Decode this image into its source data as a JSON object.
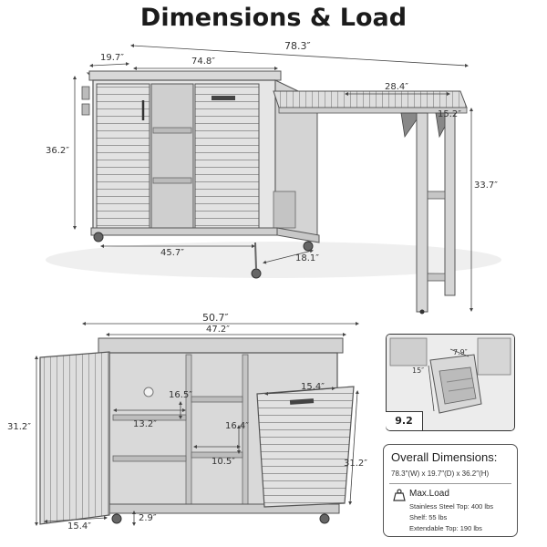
{
  "title": "Dimensions & Load",
  "top_view": {
    "total_width": "78.3″",
    "depth": "19.7″",
    "body_width": "74.8″",
    "table_width": "28.4″",
    "table_depth": "15.2″",
    "height": "36.2″",
    "table_height": "33.7″",
    "bottom_width": "45.7″",
    "bottom_depth": "18.1″"
  },
  "front_view": {
    "top_width": "50.7″",
    "inner_width": "47.2″",
    "height": "31.2″",
    "door_height": "31.2″",
    "shelf_height": "16.5″",
    "shelf_width": "13.2″",
    "middle_height": "16.4″",
    "middle_width": "10.5″",
    "bin_width": "15.4″",
    "door_width": "15.4″",
    "clearance": "2.9″"
  },
  "inset": {
    "label": "9.2",
    "dim_a": "7.9″",
    "dim_b": "15″"
  },
  "overall_panel": {
    "heading": "Overall Dimensions:",
    "dims": "78.3″(W) x 19.7″(D) x 36.2″(H)",
    "load_heading": "Max.Load",
    "load_items": [
      "Stainless Steel Top: 400 lbs",
      "Shelf: 55 lbs",
      "Extendable Top: 190 lbs"
    ]
  }
}
